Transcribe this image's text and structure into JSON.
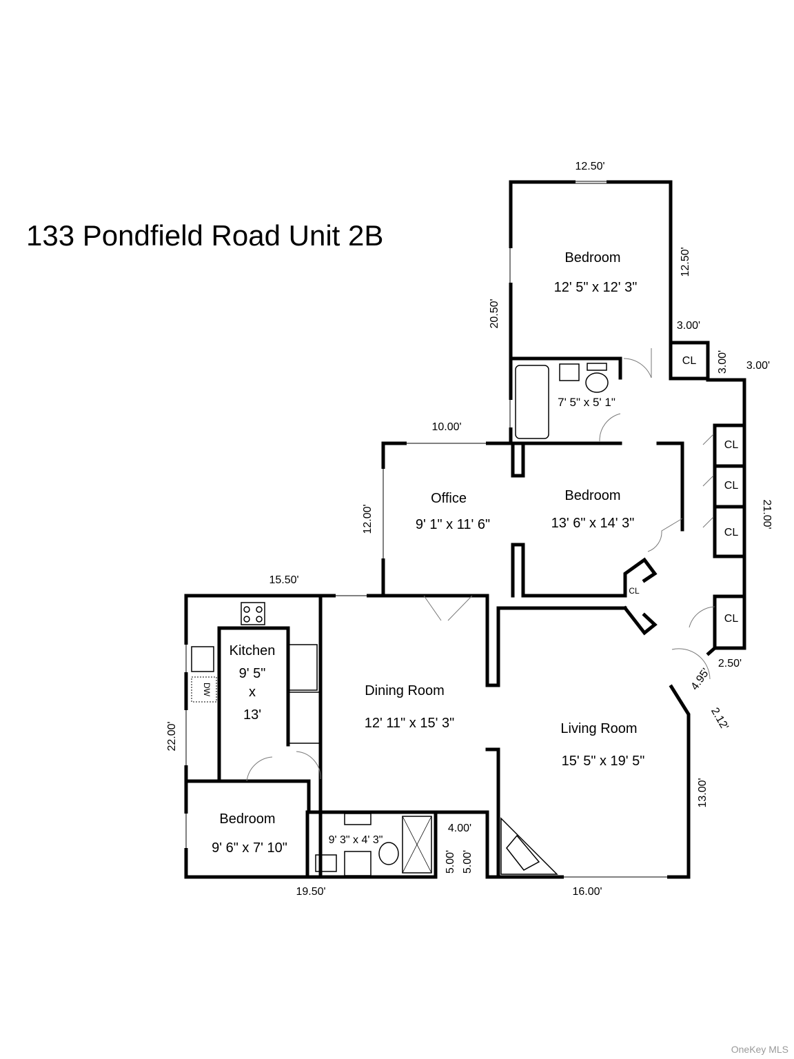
{
  "title": "133 Pondfield Road Unit 2B",
  "watermark": "OneKey MLS",
  "rooms": {
    "bedroom_top": {
      "name": "Bedroom",
      "size": "12' 5\" x 12' 3\""
    },
    "bath_top": {
      "size": "7' 5\" x 5' 1\""
    },
    "office": {
      "name": "Office",
      "size": "9' 1\" x 11' 6\""
    },
    "bedroom_mid": {
      "name": "Bedroom",
      "size": "13' 6\" x 14' 3\""
    },
    "kitchen": {
      "name": "Kitchen",
      "l1": "9' 5\"",
      "l2": "x",
      "l3": "13'"
    },
    "dining": {
      "name": "Dining Room",
      "size": "12' 11\" x 15' 3\""
    },
    "living": {
      "name": "Living Room",
      "size": "15' 5\" x 19' 5\""
    },
    "bedroom_bottom": {
      "name": "Bedroom",
      "size": "9' 6\" x 7' 10\""
    },
    "bath_bottom": {
      "size": "9' 3\" x 4' 3\""
    }
  },
  "closet_label": "CL",
  "dishwasher_label": "DW",
  "dimensions": {
    "top_width": "12.50'",
    "top_right": "12.50'",
    "top_left": "20.50'",
    "cl_top": "3.00'",
    "cl_side": "3.00'",
    "cl_right": "3.00'",
    "office_top": "10.00'",
    "office_left": "12.00'",
    "right_wall": "21.00'",
    "kitchen_top": "15.50'",
    "kitchen_left": "22.00'",
    "notch_250": "2.50'",
    "notch_495": "4.95'",
    "notch_212": "2.12'",
    "living_right": "13.00'",
    "bath_notch": "4.00'",
    "notch_5a": "5.00'",
    "notch_5b": "5.00'",
    "bottom_left": "19.50'",
    "bottom_right": "16.00'"
  }
}
